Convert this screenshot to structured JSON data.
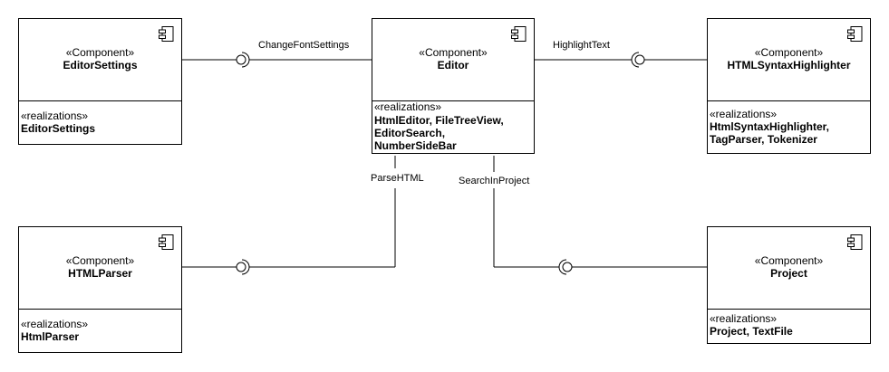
{
  "stereotype": "«Component»",
  "realizations_label": "«realizations»",
  "components": {
    "editor_settings": {
      "name": "EditorSettings",
      "realizations": [
        "EditorSettings"
      ]
    },
    "editor": {
      "name": "Editor",
      "realizations": [
        "HtmlEditor, FileTreeView,",
        "EditorSearch,",
        "NumberSideBar"
      ]
    },
    "html_syntax_highlighter": {
      "name": "HTMLSyntaxHighlighter",
      "realizations": [
        "HtmlSyntaxHighlighter,",
        "TagParser, Tokenizer"
      ]
    },
    "html_parser": {
      "name": "HTMLParser",
      "realizations": [
        "HtmlParser"
      ]
    },
    "project": {
      "name": "Project",
      "realizations": [
        "Project, TextFile"
      ]
    }
  },
  "connections": {
    "change_font_settings": "ChangeFontSettings",
    "highlight_text": "HighlightText",
    "parse_html": "ParseHTML",
    "search_in_project": "SearchInProject"
  }
}
